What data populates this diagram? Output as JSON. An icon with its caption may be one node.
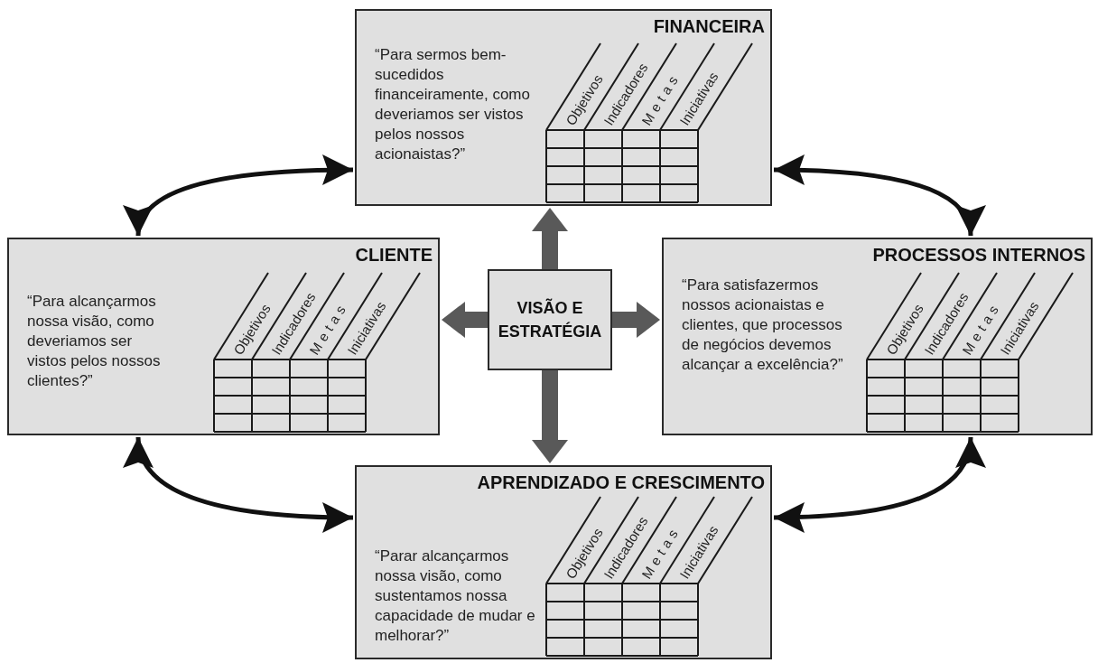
{
  "diagram": {
    "nodes": [
      {
        "text": [
          "FINANCEIRA",
          "“Para sermos bem- sucedidos financeiramente, como deveriamos ser vistos pelos nossos acionaistas?”",
          "Objetivos",
          "Indicadores",
          "Metas",
          "Iniciativas"
        ]
      },
      {
        "text": [
          "CLIENTE",
          "“Para alcançarmos nossa visão, como deveriamos ser vistos pelos nossos clientes?”",
          "Objetivos",
          "Indicadores",
          "Metas",
          "Iniciativas"
        ]
      },
      {
        "text": [
          "VISÃO E ESTRATÉGIA"
        ]
      },
      {
        "text": [
          "PROCESSOS INTERNOS",
          "“Para satisfazermos nossos acionaistas e clientes, que processos de negócios devemos alcançar a excelência?”",
          "Objetivos",
          "Indicadores",
          "Metas",
          "Iniciativas"
        ]
      },
      {
        "text": [
          "APRENDIZADO E CRESCIMENTO",
          "“Parar alcançarmos nossa visão, como sustentamos nossa capacidade de mudar e melhorar?”",
          "Objetivos",
          "Indicadores",
          "Metas",
          "Iniciativas"
        ]
      }
    ],
    "edges": [
      {
        "from": 2,
        "to": 0,
        "arrow": "to",
        "style": "thick",
        "color": "#595959"
      },
      {
        "from": 2,
        "to": 1,
        "arrow": "to",
        "style": "thick",
        "color": "#595959"
      },
      {
        "from": 2,
        "to": 3,
        "arrow": "to",
        "style": "thick",
        "color": "#595959"
      },
      {
        "from": 2,
        "to": 4,
        "arrow": "to",
        "style": "thick",
        "color": "#595959"
      },
      {
        "from": 1,
        "to": 0,
        "arrow": "both"
      },
      {
        "from": 0,
        "to": 3,
        "arrow": "both"
      },
      {
        "from": 3,
        "to": 4,
        "arrow": "both"
      },
      {
        "from": 4,
        "to": 1,
        "arrow": "both"
      }
    ]
  }
}
